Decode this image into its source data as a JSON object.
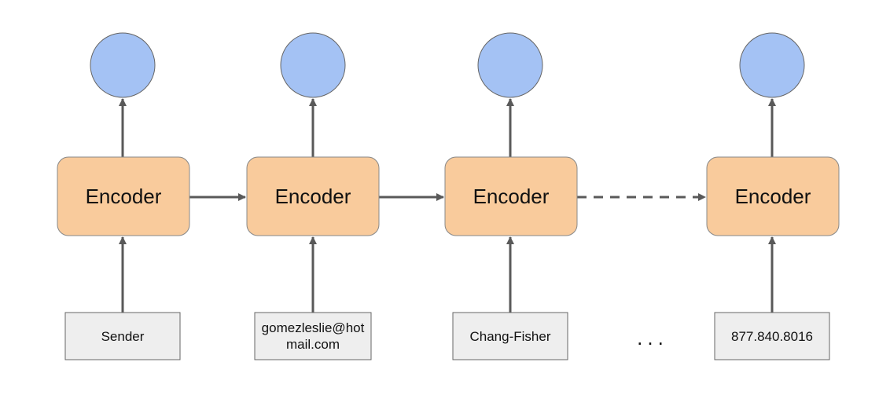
{
  "encoder_label": "Encoder",
  "inputs": [
    "Sender",
    "gomezleslie@hotmail.com",
    "Chang-Fisher",
    "877.840.8016"
  ],
  "ellipsis": "...",
  "colors": {
    "encoder_fill": "#f9cb9c",
    "encoder_stroke": "#888888",
    "output_fill": "#a4c2f4",
    "output_stroke": "#666666",
    "input_fill": "#eeeeee",
    "input_stroke": "#666666",
    "arrow": "#595959"
  }
}
